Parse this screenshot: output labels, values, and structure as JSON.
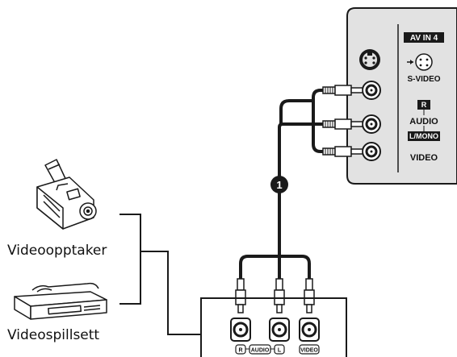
{
  "tv_panel": {
    "input_name": "AV IN 4",
    "svideo_label": "S-VIDEO",
    "audio_r": "R",
    "audio_label": "AUDIO",
    "audio_l": "L/MONO",
    "video_label": "VIDEO"
  },
  "callout_number": "1",
  "devices": {
    "camcorder": "Videoopptaker",
    "vcr": "Videospillsett"
  },
  "device_panel": {
    "r": "R",
    "audio": "AUDIO",
    "l": "L",
    "video": "VIDEO"
  },
  "colors": {
    "line": "#1a1a1a",
    "panel_fill": "#e2e2e2",
    "panel_edge": "#d0d0d0"
  }
}
